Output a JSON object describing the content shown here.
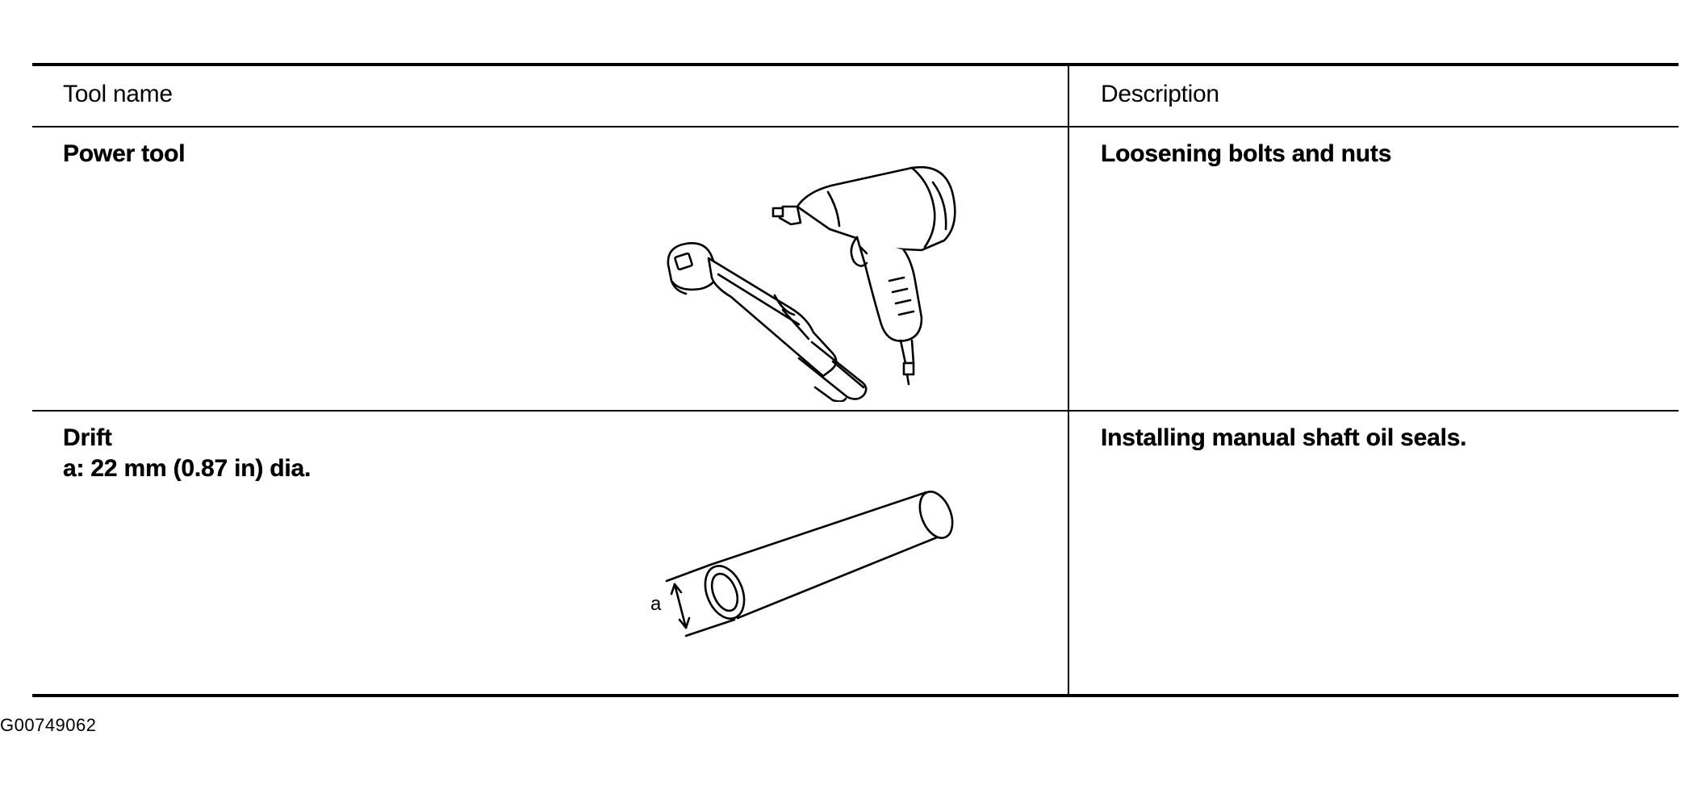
{
  "table": {
    "headers": {
      "tool_name": "Tool name",
      "description": "Description"
    },
    "rows": [
      {
        "tool_name": "Power tool",
        "description": "Loosening bolts and nuts",
        "illustration": "air-ratchet-and-impact-wrench-icon"
      },
      {
        "tool_name": "Drift",
        "spec": "a: 22 mm (0.87 in) dia.",
        "description": "Installing manual shaft oil seals.",
        "illustration": "drift-pipe-icon",
        "dimension_label": "a"
      }
    ]
  },
  "figure_id": "G00749062"
}
